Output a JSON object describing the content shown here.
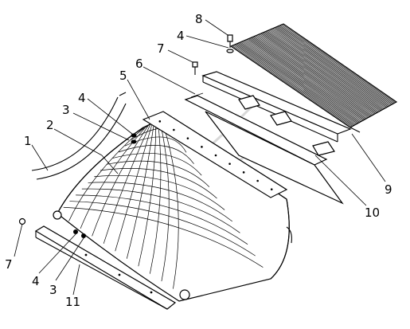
{
  "diagram": {
    "callouts": [
      {
        "id": "c1",
        "text": "1"
      },
      {
        "id": "c2",
        "text": "2"
      },
      {
        "id": "c3a",
        "text": "3"
      },
      {
        "id": "c4a",
        "text": "4"
      },
      {
        "id": "c5",
        "text": "5"
      },
      {
        "id": "c6",
        "text": "6"
      },
      {
        "id": "c7a",
        "text": "7"
      },
      {
        "id": "c4b",
        "text": "4"
      },
      {
        "id": "c8",
        "text": "8"
      },
      {
        "id": "c9",
        "text": "9"
      },
      {
        "id": "c10",
        "text": "10"
      },
      {
        "id": "c7b",
        "text": "7"
      },
      {
        "id": "c4c",
        "text": "4"
      },
      {
        "id": "c3b",
        "text": "3"
      },
      {
        "id": "c11",
        "text": "11"
      }
    ]
  }
}
